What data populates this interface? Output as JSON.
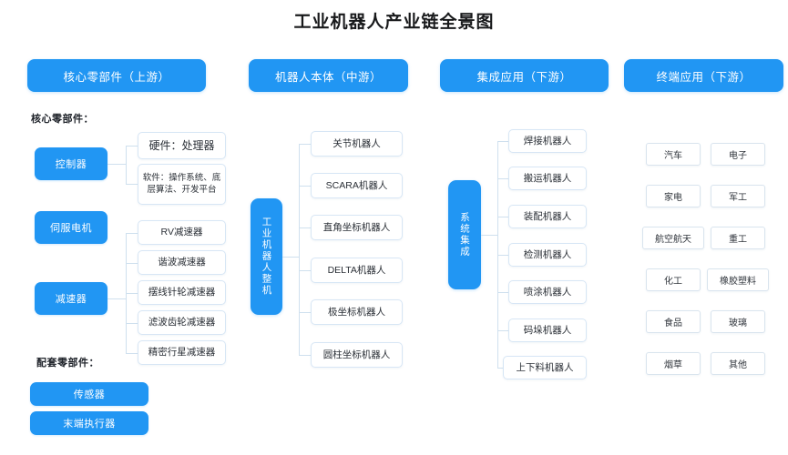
{
  "title": "工业机器人产业链全景图",
  "theme": {
    "accent": "#2196f3",
    "card_border": "#d7e6f5",
    "line": "#cfe0ee",
    "text": "#20242b",
    "background": "#ffffff"
  },
  "stages": [
    {
      "label": "核心零部件（上游）"
    },
    {
      "label": "机器人本体（中游）"
    },
    {
      "label": "集成应用（下游）"
    },
    {
      "label": "终端应用（下游）"
    }
  ],
  "columns": {
    "upstream": {
      "caption_core": "核心零部件：",
      "caption_support": "配套零部件：",
      "core_parts": [
        {
          "label": "控制器",
          "children": [
            {
              "label": "硬件：处理器"
            },
            {
              "label": "软件：操作系统、底层算法、开发平台"
            }
          ]
        },
        {
          "label": "伺服电机",
          "children": []
        },
        {
          "label": "减速器",
          "children": [
            {
              "label": "RV减速器"
            },
            {
              "label": "谐波减速器"
            },
            {
              "label": "摆线针轮减速器"
            },
            {
              "label": "滤波齿轮减速器"
            },
            {
              "label": "精密行星减速器"
            }
          ]
        }
      ],
      "support_parts": [
        {
          "label": "传感器"
        },
        {
          "label": "末端执行器"
        }
      ]
    },
    "midstream": {
      "hub": "工业机器人整机",
      "items": [
        {
          "label": "关节机器人"
        },
        {
          "label": "SCARA机器人"
        },
        {
          "label": "直角坐标机器人"
        },
        {
          "label": "DELTA机器人"
        },
        {
          "label": "极坐标机器人"
        },
        {
          "label": "圆柱坐标机器人"
        }
      ]
    },
    "downstream": {
      "hub": "系统集成",
      "items": [
        {
          "label": "焊接机器人"
        },
        {
          "label": "搬运机器人"
        },
        {
          "label": "装配机器人"
        },
        {
          "label": "检测机器人"
        },
        {
          "label": "喷涂机器人"
        },
        {
          "label": "码垛机器人"
        },
        {
          "label": "上下料机器人"
        }
      ]
    },
    "applications": {
      "items": [
        {
          "label": "汽车"
        },
        {
          "label": "电子"
        },
        {
          "label": "家电"
        },
        {
          "label": "军工"
        },
        {
          "label": "航空航天"
        },
        {
          "label": "重工"
        },
        {
          "label": "化工"
        },
        {
          "label": "橡胶塑料"
        },
        {
          "label": "食品"
        },
        {
          "label": "玻璃"
        },
        {
          "label": "烟草"
        },
        {
          "label": "其他"
        }
      ]
    }
  }
}
